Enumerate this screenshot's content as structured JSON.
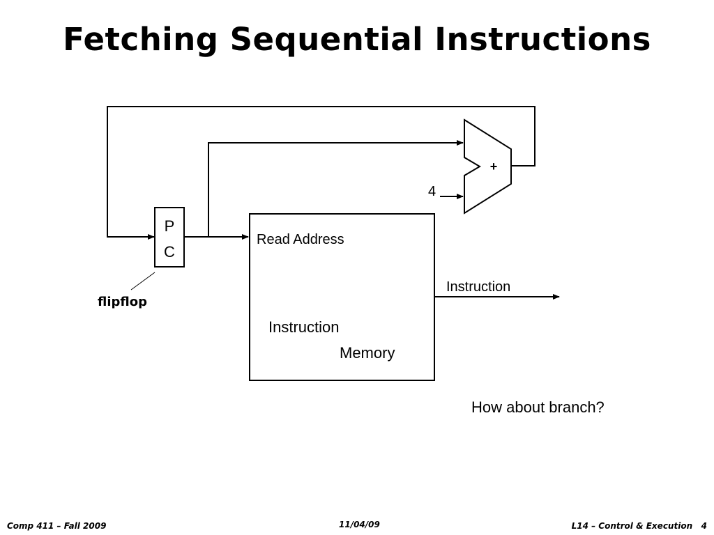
{
  "title": "Fetching Sequential Instructions",
  "diagram": {
    "pc_letter_top": "P",
    "pc_letter_bottom": "C",
    "flipflop_label": "flipflop",
    "adder_symbol": "+",
    "constant": "4",
    "memory_read_address": "Read Address",
    "memory_name_line1": "Instruction",
    "memory_name_line2": "Memory",
    "output_label": "Instruction",
    "question": "How about branch?"
  },
  "footer": {
    "left": "Comp 411 – Fall 2009",
    "center": "11/04/09",
    "right": "L14 – Control & Execution   4"
  }
}
